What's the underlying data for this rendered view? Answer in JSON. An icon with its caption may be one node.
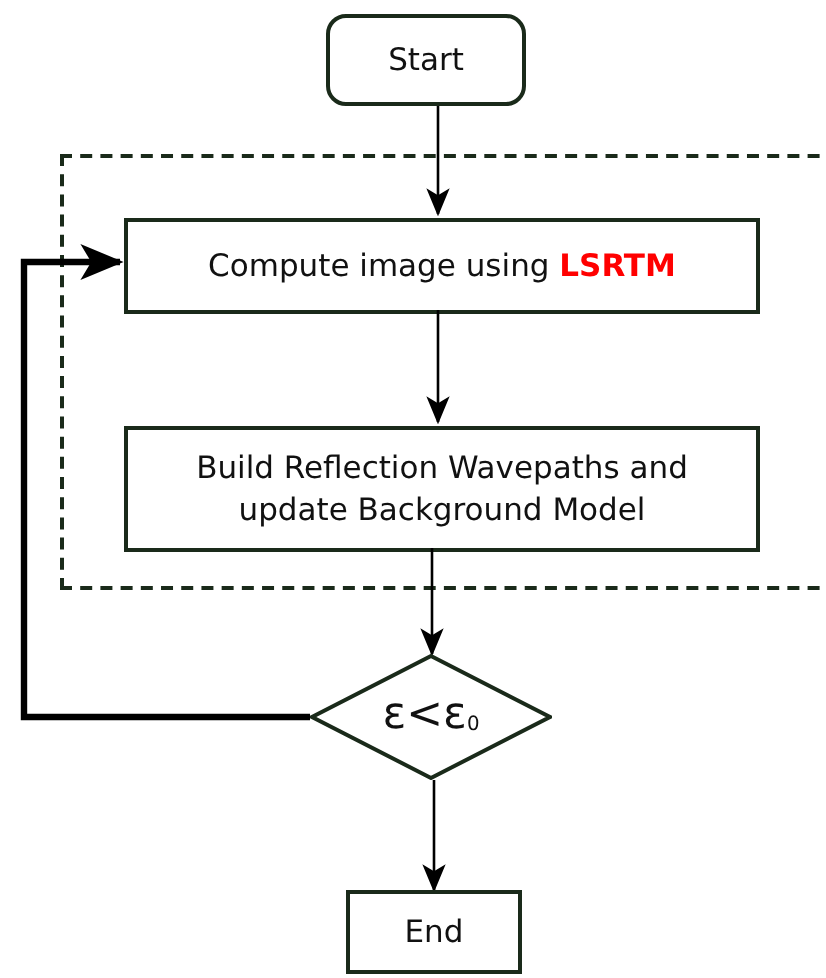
{
  "diagram": {
    "nodes": [
      {
        "text": [
          "Start"
        ]
      },
      {
        "text": [],
        "shape": "box"
      },
      {
        "text": [
          "Compute image using **LSRTM**"
        ],
        "in": 1
      },
      {
        "text": [
          "Build Reflection Wavepaths and update Background Model"
        ],
        "in": 1
      },
      {
        "text": [
          "ε<ε$_{0}$"
        ]
      },
      {
        "text": [
          "End"
        ]
      }
    ],
    "edges": [
      {
        "from": 0,
        "to": 2,
        "arrow": "to"
      },
      {
        "from": 2,
        "to": 3,
        "arrow": "to"
      },
      {
        "from": 3,
        "to": 4,
        "arrow": "to"
      },
      {
        "from": 4,
        "to": 2,
        "arrow": "to",
        "style": "thick"
      },
      {
        "from": 4,
        "to": 5,
        "arrow": "to"
      }
    ]
  }
}
